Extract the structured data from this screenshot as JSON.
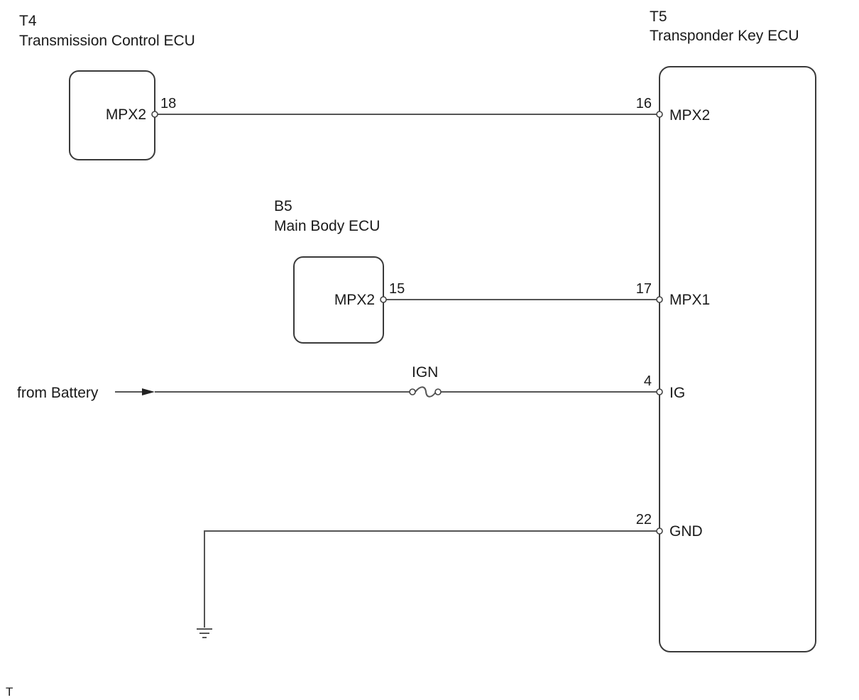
{
  "components": {
    "t4": {
      "code": "T4",
      "name": "Transmission Control ECU",
      "terminal": "MPX2",
      "pin": "18"
    },
    "b5": {
      "code": "B5",
      "name": "Main Body ECU",
      "terminal": "MPX2",
      "pin": "15"
    },
    "t5": {
      "code": "T5",
      "name": "Transponder Key ECU",
      "terminals": [
        {
          "name": "MPX2",
          "pin": "16"
        },
        {
          "name": "MPX1",
          "pin": "17"
        },
        {
          "name": "IG",
          "pin": "4"
        },
        {
          "name": "GND",
          "pin": "22"
        }
      ]
    }
  },
  "battery": {
    "label": "from Battery"
  },
  "fuse": {
    "label": "IGN"
  },
  "footer": {
    "mark": "T"
  }
}
